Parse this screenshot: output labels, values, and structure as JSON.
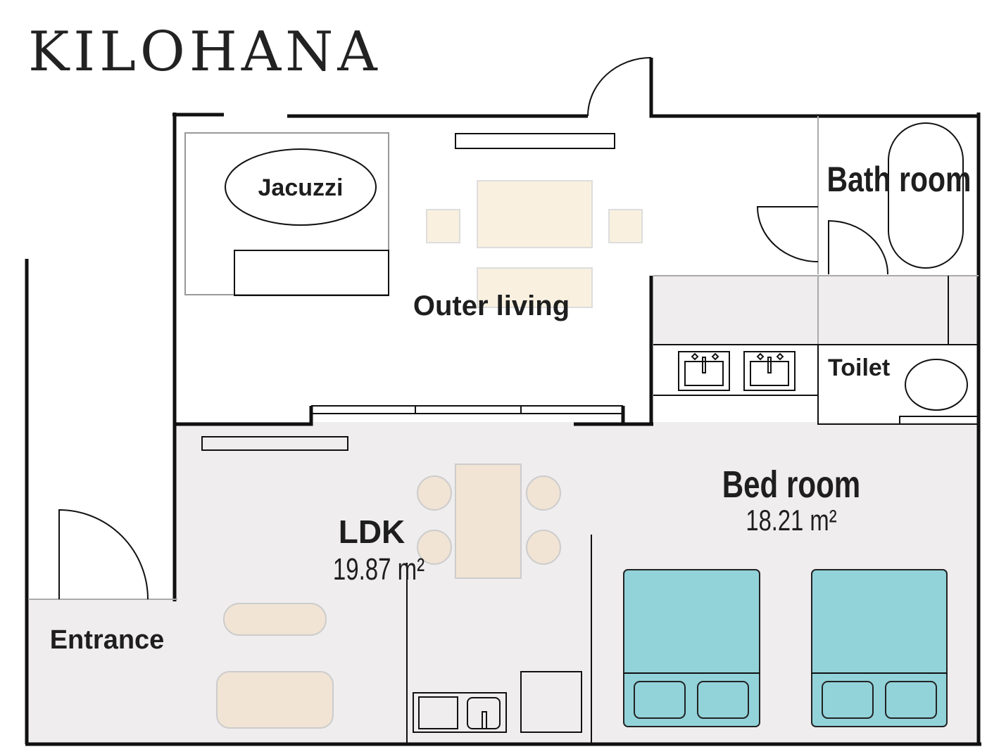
{
  "title": "KILOHANA",
  "rooms": {
    "jacuzzi": "Jacuzzi",
    "outer_living": "Outer living",
    "bath_room": "Bath room",
    "toilet": "Toilet",
    "bed_room": "Bed room",
    "bed_room_area": "18.21 m²",
    "ldk": "LDK",
    "ldk_area": "19.87 m²",
    "entrance": "Entrance"
  },
  "colors": {
    "floor": "#efedee",
    "bed": "#92d3da",
    "furniture": "#f9f0e0"
  }
}
